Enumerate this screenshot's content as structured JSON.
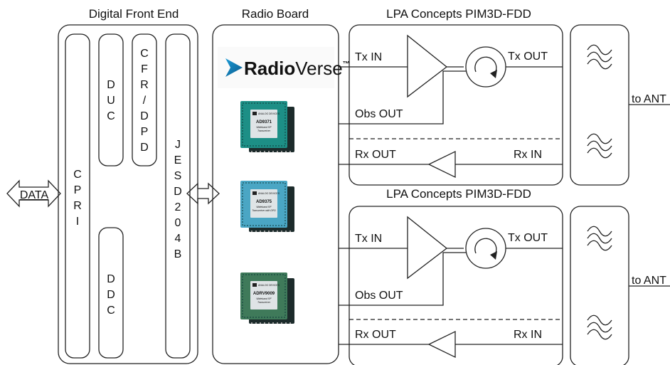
{
  "titles": {
    "dfe": "Digital Front End",
    "radio": "Radio Board",
    "lpa1": "LPA Concepts PIM3D-FDD",
    "lpa2": "LPA Concepts PIM3D-FDD"
  },
  "dfe": {
    "duc": [
      "D",
      "U",
      "C"
    ],
    "cfr_dpd": [
      "C",
      "F",
      "R",
      "/",
      "D",
      "P",
      "D"
    ],
    "cpri": [
      "C",
      "P",
      "R",
      "I"
    ],
    "ddc": [
      "D",
      "D",
      "C"
    ],
    "jesd": [
      "J",
      "E",
      "S",
      "D",
      "2",
      "0",
      "4",
      "B"
    ]
  },
  "data_label": "DATA",
  "radioverse": {
    "radio": "Radio",
    "verse": "Verse",
    "tm": "™"
  },
  "chips": [
    {
      "part": "AD9371",
      "sub1": "Wideband RF",
      "sub2": "Transceiver",
      "color": "#1d8f86"
    },
    {
      "part": "AD9375",
      "sub1": "Wideband RF",
      "sub2": "Transceiver with DPD",
      "color": "#4aa6c4"
    },
    {
      "part": "ADRV9009",
      "sub1": "Wideband RF",
      "sub2": "Transceiver",
      "color": "#3f7a5a"
    }
  ],
  "chip_brand": "ANALOG DEVICES",
  "lpa": {
    "tx_in": "Tx IN",
    "tx_out": "Tx OUT",
    "obs_out": "Obs OUT",
    "rx_out": "Rx OUT",
    "rx_in": "Rx IN"
  },
  "to_ant": "to ANT"
}
